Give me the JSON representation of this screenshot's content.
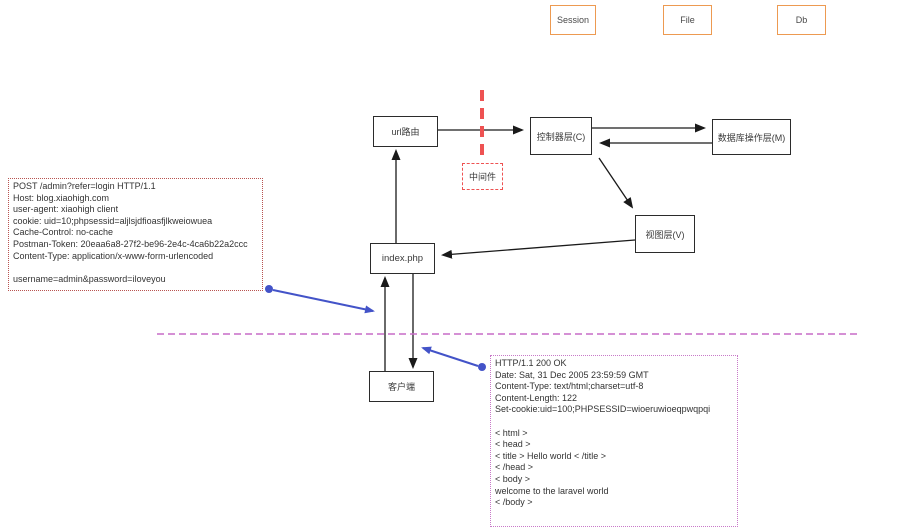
{
  "storage_boxes": [
    {
      "label": "Session"
    },
    {
      "label": "File"
    },
    {
      "label": "Db"
    }
  ],
  "nodes": {
    "url_router": "url路由",
    "controller": "控制器层(C)",
    "model": "数据库操作层(M)",
    "view": "视图层(V)",
    "index_php": "index.php",
    "client": "客户端",
    "middleware": "中间件"
  },
  "request_block": {
    "lines": [
      "POST /admin?refer=login HTTP/1.1",
      "Host: blog.xiaohigh.com",
      "user-agent: xiaohigh client",
      "cookie: uid=10;phpsessid=aljlsjdfioasfjlkweiowuea",
      "Cache-Control: no-cache",
      "Postman-Token: 20eaa6a8-27f2-be96-2e4c-4ca6b22a2ccc",
      "Content-Type: application/x-www-form-urlencoded",
      "",
      "username=admin&password=iloveyou"
    ]
  },
  "response_block": {
    "lines": [
      "HTTP/1.1 200 OK",
      "Date: Sat, 31 Dec 2005 23:59:59 GMT",
      "Content-Type: text/html;charset=utf-8",
      "Content-Length: 122",
      "Set-cookie:uid=100;PHPSESSID=wioeruwioeqpwqpqi",
      "",
      "< html >",
      "< head >",
      "< title > Hello world < /title >",
      "< /head >",
      "< body >",
      "welcome to the laravel world",
      "< /body >"
    ]
  },
  "colors": {
    "storage_border": "#ED9A51",
    "node_border": "#2B2B2B",
    "arrow_black": "#1A1A1A",
    "arrow_blue": "#4353C8",
    "middleware_red": "#EE5252",
    "request_border": "#B85450",
    "response_border": "#C879C8",
    "divider_magenta": "#C76CC7"
  }
}
